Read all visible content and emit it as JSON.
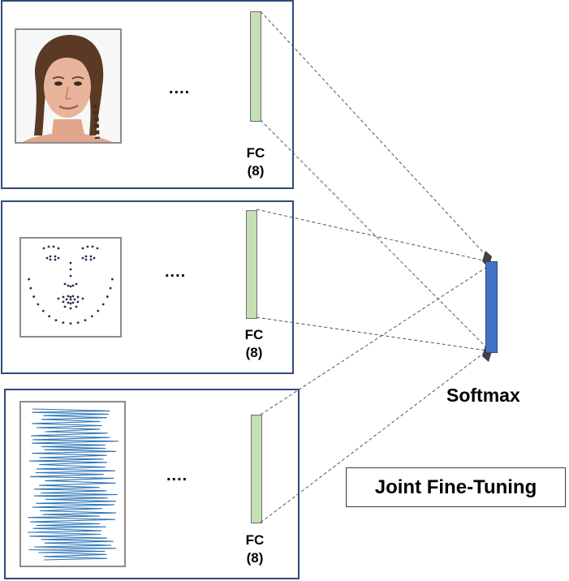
{
  "branches": [
    {
      "dots": "....",
      "fc_label_line1": "FC",
      "fc_label_line2": "(8)"
    },
    {
      "dots": "....",
      "fc_label_line1": "FC",
      "fc_label_line2": "(8)"
    },
    {
      "dots": "....",
      "fc_label_line1": "FC",
      "fc_label_line2": "(8)"
    }
  ],
  "softmax": {
    "label": "Softmax"
  },
  "joint_fine_tuning": {
    "label": "Joint Fine-Tuning"
  },
  "colors": {
    "panel_border": "#2f4a7a",
    "fc_fill": "#c5e0b4",
    "softmax_fill": "#4472c4",
    "signal_line": "#2e75b6",
    "connector": "#555555"
  },
  "icons": [
    "face-photo-icon",
    "facial-landmarks-icon",
    "signal-waveform-icon",
    "arrow-head-icon"
  ]
}
